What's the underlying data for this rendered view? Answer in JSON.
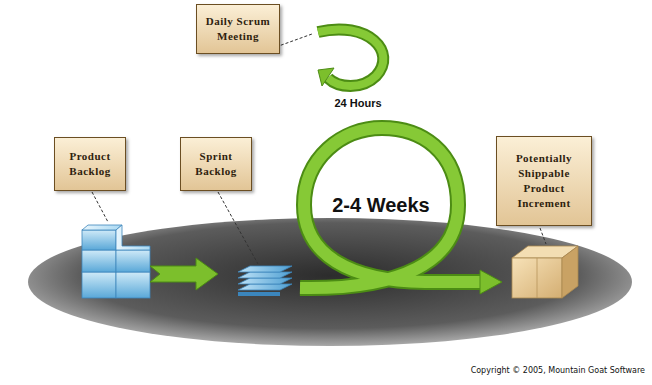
{
  "diagram": {
    "nodes": [
      {
        "text": [
          "Daily Scrum Meeting"
        ]
      },
      {
        "text": [
          "Product Backlog"
        ]
      },
      {
        "text": [
          "Sprint Backlog"
        ]
      },
      {
        "text": [
          "Potentially Shippable Product Increment"
        ]
      }
    ],
    "labels": [
      "24 Hours",
      "2-4 Weeks",
      "Copyright © 2005, Mountain Goat Software"
    ]
  }
}
